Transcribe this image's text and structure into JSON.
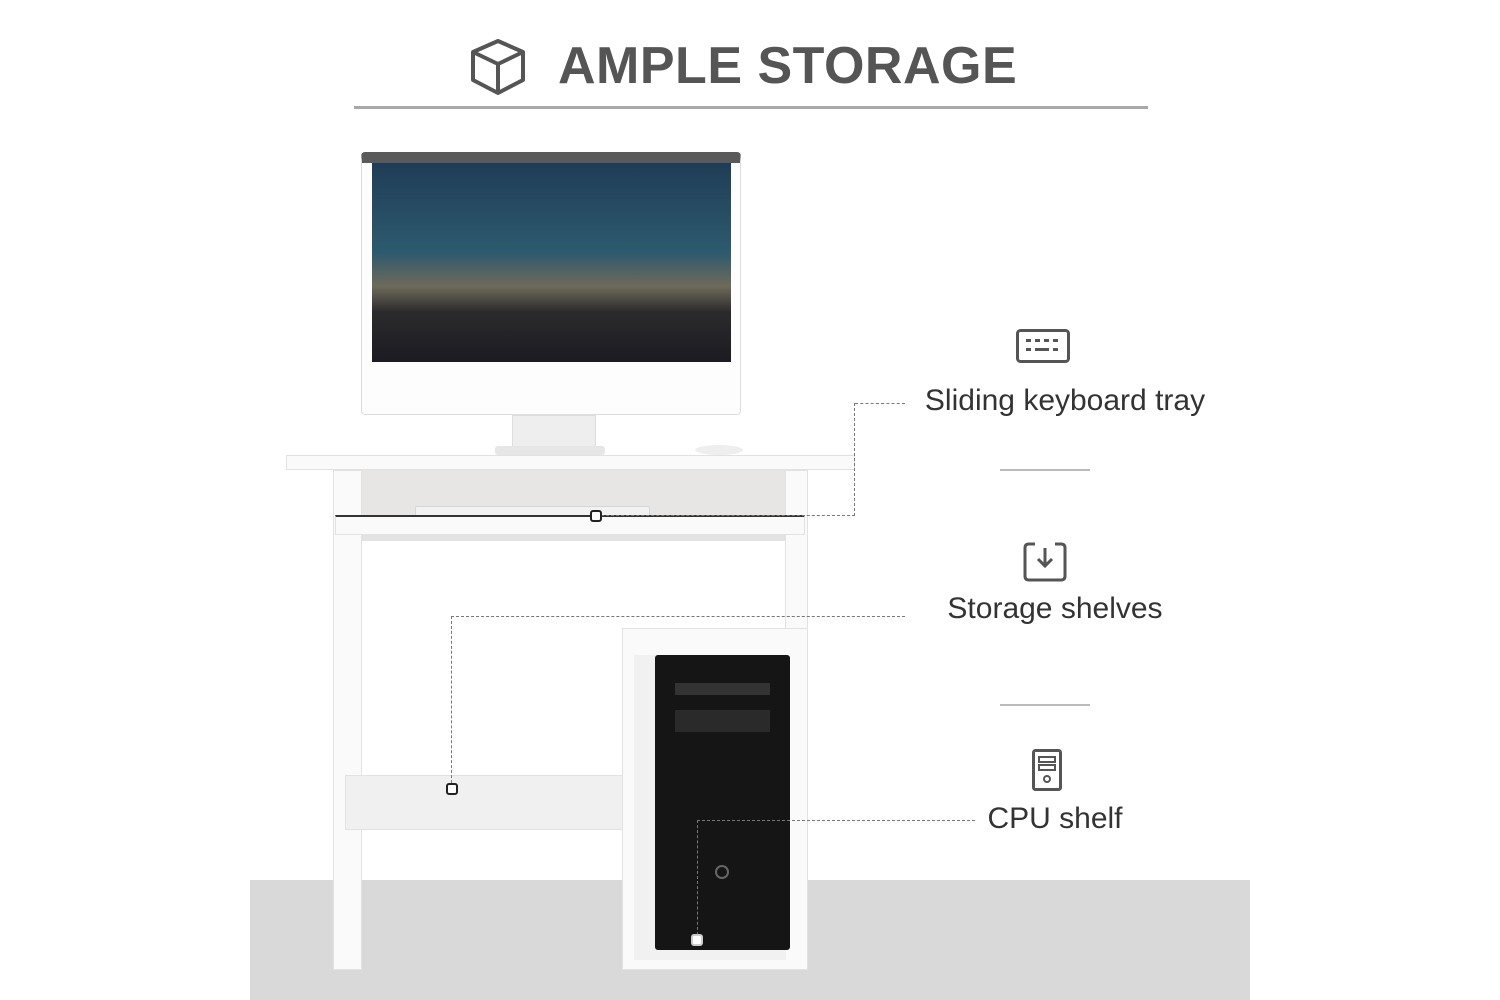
{
  "header": {
    "title": "AMPLE STORAGE",
    "icon": "cube-icon"
  },
  "features": [
    {
      "label": "Sliding keyboard tray",
      "icon": "keyboard-icon"
    },
    {
      "label": "Storage shelves",
      "icon": "download-box-icon"
    },
    {
      "label": "CPU shelf",
      "icon": "computer-tower-icon"
    }
  ],
  "colors": {
    "title": "#555555",
    "floor": "#d9d9d9",
    "rule": "#a8a8a8"
  }
}
